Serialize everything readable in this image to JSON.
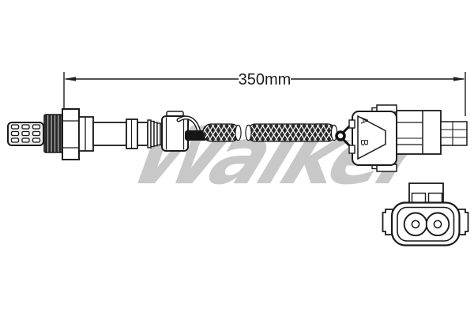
{
  "diagram": {
    "dimension_label": "350mm",
    "watermark": "Walker",
    "pins": {
      "a": "A",
      "b": "B"
    },
    "colors": {
      "line": "#1a1a1a",
      "braid_dark": "#2b2b2b",
      "thread_dark": "#282828",
      "watermark_gray": "#c8c8c8",
      "background": "#ffffff"
    }
  }
}
